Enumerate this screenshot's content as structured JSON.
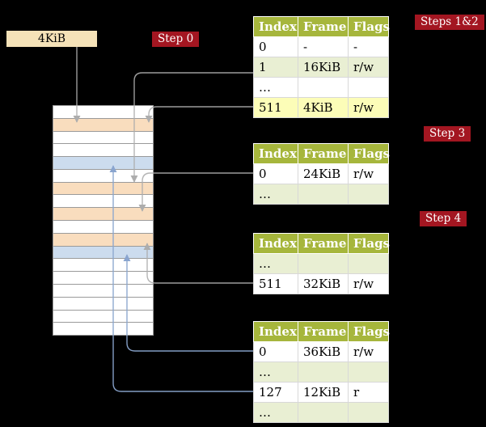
{
  "colors": {
    "background": "#000000",
    "badge-red": "#a31621",
    "table-header-green": "#a6b63c",
    "row-green": "#e9efd3",
    "row-yellow": "#fcfdb8",
    "memory-peach": "#f9ddbe",
    "memory-blue": "#ccdcee",
    "register-beige": "#f5e2b8",
    "arrow-gray": "#adadad",
    "arrow-blue": "#8aa5cf"
  },
  "register": {
    "label": "4KiB"
  },
  "badges": [
    {
      "label": "Step 0"
    },
    {
      "label": "Steps 1&2"
    },
    {
      "label": "Step 3"
    },
    {
      "label": "Step 4"
    }
  ],
  "tables": [
    {
      "name": "level4-page-table",
      "headers": [
        "Index",
        "Frame",
        "Flags"
      ],
      "rows": [
        {
          "cells": [
            "0",
            "-",
            "-"
          ],
          "bg": "white"
        },
        {
          "cells": [
            "1",
            "16KiB",
            "r/w"
          ],
          "bg": "green"
        },
        {
          "cells": [
            "…",
            "",
            ""
          ],
          "bg": "white"
        },
        {
          "cells": [
            "511",
            "4KiB",
            "r/w"
          ],
          "bg": "yellow"
        }
      ]
    },
    {
      "name": "level3-page-table",
      "headers": [
        "Index",
        "Frame",
        "Flags"
      ],
      "rows": [
        {
          "cells": [
            "0",
            "24KiB",
            "r/w"
          ],
          "bg": "white"
        },
        {
          "cells": [
            "…",
            "",
            ""
          ],
          "bg": "green"
        }
      ]
    },
    {
      "name": "level2-page-table",
      "headers": [
        "Index",
        "Frame",
        "Flags"
      ],
      "rows": [
        {
          "cells": [
            "…",
            "",
            ""
          ],
          "bg": "green"
        },
        {
          "cells": [
            "511",
            "32KiB",
            "r/w"
          ],
          "bg": "white"
        }
      ]
    },
    {
      "name": "level1-page-table",
      "headers": [
        "Index",
        "Frame",
        "Flags"
      ],
      "rows": [
        {
          "cells": [
            "0",
            "36KiB",
            "r/w"
          ],
          "bg": "white"
        },
        {
          "cells": [
            "…",
            "",
            ""
          ],
          "bg": "green"
        },
        {
          "cells": [
            "127",
            "12KiB",
            "r"
          ],
          "bg": "white"
        },
        {
          "cells": [
            "…",
            "",
            ""
          ],
          "bg": "green"
        }
      ]
    }
  ],
  "memory": {
    "rows": [
      "white",
      "peach",
      "white",
      "white",
      "blue",
      "white",
      "peach",
      "white",
      "peach",
      "white",
      "peach",
      "blue",
      "white",
      "white",
      "white",
      "white",
      "white",
      "white"
    ]
  },
  "arrows": [
    {
      "name": "arrow-register-to-4KiB-row",
      "color": "gray"
    },
    {
      "name": "arrow-l4-entry1-to-16KiB-row",
      "color": "gray"
    },
    {
      "name": "arrow-l4-entry511-recursive-to-4KiB-row",
      "color": "gray"
    },
    {
      "name": "arrow-l3-entry0-to-24KiB-row",
      "color": "gray"
    },
    {
      "name": "arrow-l2-entry511-to-32KiB-row",
      "color": "gray"
    },
    {
      "name": "arrow-l1-entry0-to-36KiB-row",
      "color": "blue"
    },
    {
      "name": "arrow-l1-entry127-to-12KiB-row",
      "color": "blue"
    }
  ]
}
